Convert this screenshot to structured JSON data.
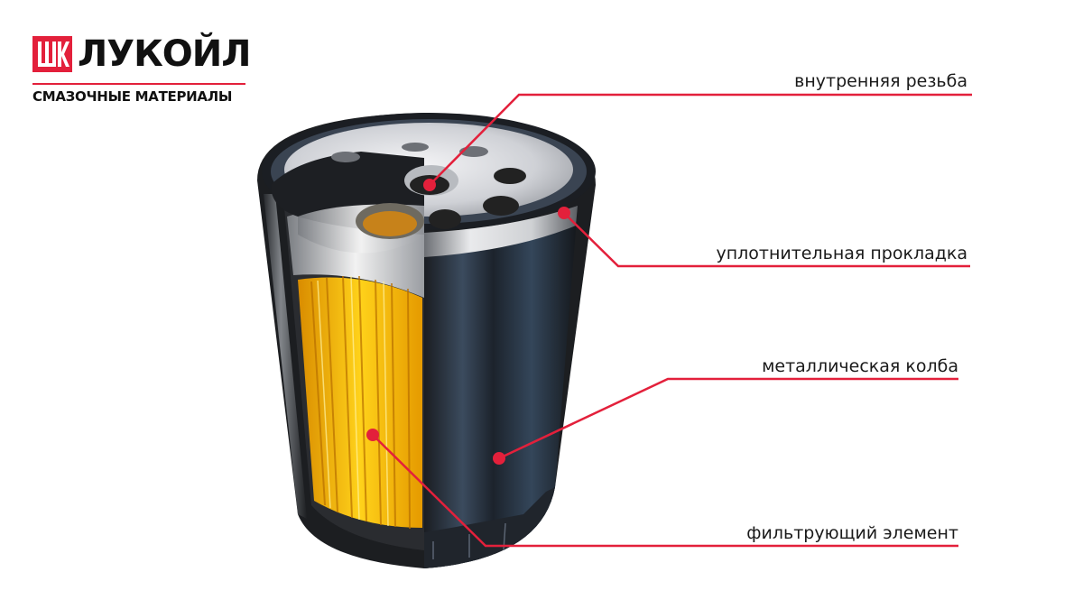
{
  "brand": {
    "name": "ЛУКОЙЛ",
    "tagline": "СМАЗОЧНЫЕ МАТЕРИАЛЫ",
    "logo_icon": "lukoil-lk-icon",
    "brand_color": "#e3203b"
  },
  "diagram": {
    "subject": "oil-filter-cutaway",
    "accent_color": "#e3203b",
    "labels": [
      {
        "id": "thread",
        "text": "внутренняя резьба"
      },
      {
        "id": "gasket",
        "text": "уплотнительная прокладка"
      },
      {
        "id": "housing",
        "text": "металлическая колба"
      },
      {
        "id": "element",
        "text": "фильтрующий элемент"
      }
    ]
  }
}
